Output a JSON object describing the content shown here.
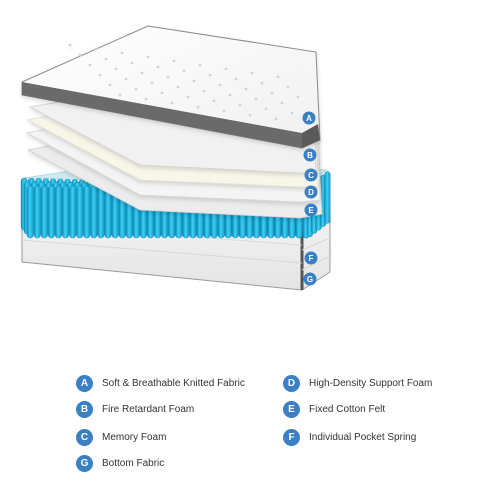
{
  "accent": "#3b7fc4",
  "spring_color": "#1fb6de",
  "layers": [
    {
      "letter": "A",
      "label": "Soft & Breathable Knitted Fabric"
    },
    {
      "letter": "B",
      "label": "Fire Retardant Foam"
    },
    {
      "letter": "C",
      "label": "Memory Foam"
    },
    {
      "letter": "D",
      "label": "High-Density Support Foam"
    },
    {
      "letter": "E",
      "label": "Fixed Cotton Felt"
    },
    {
      "letter": "F",
      "label": "Individual Pocket Spring"
    },
    {
      "letter": "G",
      "label": "Bottom Fabric"
    }
  ]
}
